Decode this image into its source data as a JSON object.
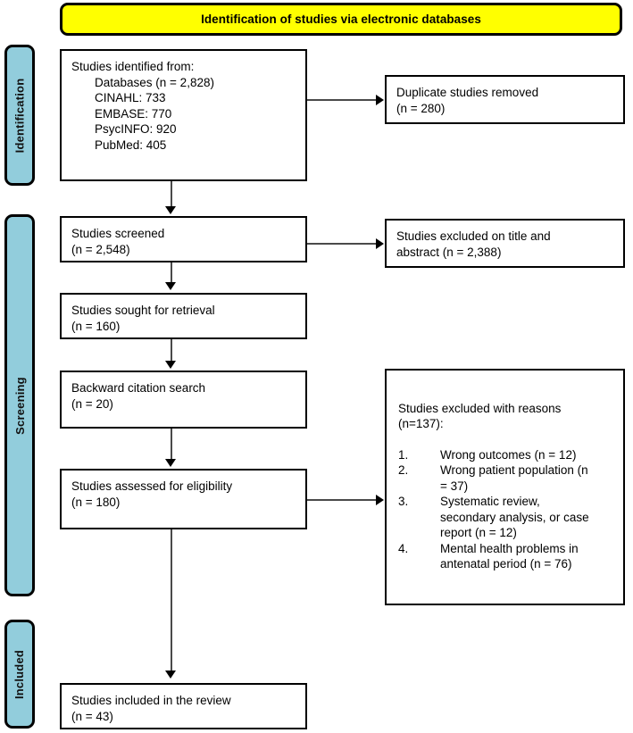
{
  "banner": {
    "title": "Identification of studies via electronic databases"
  },
  "stages": {
    "identification": "Identification",
    "screening": "Screening",
    "included": "Included"
  },
  "boxes": {
    "identified": {
      "heading": "Studies identified from:",
      "sources": [
        "Databases (n = 2,828)",
        "CINAHL: 733",
        "EMBASE: 770",
        "PsycINFO: 920",
        "PubMed: 405"
      ]
    },
    "duplicates": {
      "line1": "Duplicate studies removed",
      "line2": "(n = 280)"
    },
    "screened": {
      "line1": "Studies screened",
      "line2": "(n = 2,548)"
    },
    "excluded_title_abstract": {
      "line1": "Studies excluded on title and",
      "line2": "abstract (n = 2,388)"
    },
    "sought_retrieval": {
      "line1": "Studies sought for retrieval",
      "line2": "(n = 160)"
    },
    "backward_citation": {
      "line1": "Backward citation search",
      "line2": "(n = 20)"
    },
    "assessed_eligibility": {
      "line1": "Studies assessed for eligibility",
      "line2": "(n = 180)"
    },
    "excluded_reasons": {
      "heading_line1": "Studies excluded with reasons",
      "heading_line2": "(n=137):",
      "reasons": [
        {
          "num": "1.",
          "lines": [
            "Wrong outcomes (n = 12)"
          ]
        },
        {
          "num": "2.",
          "lines": [
            "Wrong patient population (n",
            "= 37)"
          ]
        },
        {
          "num": "3.",
          "lines": [
            "Systematic review,",
            "secondary analysis, or case",
            "report (n = 12)"
          ]
        },
        {
          "num": "4.",
          "lines": [
            "Mental health problems in",
            "antenatal period (n = 76)"
          ]
        }
      ]
    },
    "included_review": {
      "line1": "Studies included in the review",
      "line2": "(n = 43)"
    }
  },
  "colors": {
    "banner_fill": "#FFFF00",
    "stage_fill": "#92CDDC",
    "box_border": "#000000",
    "connector": "#4a4a4a"
  }
}
